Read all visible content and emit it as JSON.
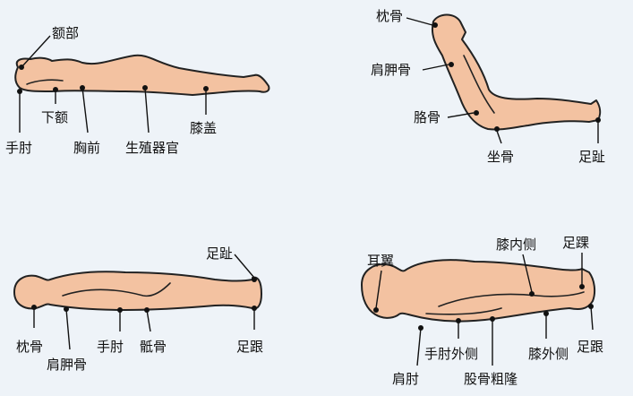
{
  "labels": {
    "prone": {
      "forehead": "额部",
      "chin": "下额",
      "elbow": "手肘",
      "chest": "胸前",
      "genitals": "生殖器官",
      "knee": "膝盖"
    },
    "fowler": {
      "occiput": "枕骨",
      "scapula": "肩胛骨",
      "elbow": "胳骨",
      "ischium": "坐骨",
      "toe": "足趾"
    },
    "supine": {
      "toe": "足趾",
      "occiput": "枕骨",
      "scapula": "肩胛骨",
      "elbow": "手肘",
      "sacrum": "骶骨",
      "heel": "足跟"
    },
    "lateral": {
      "ear": "耳翼",
      "knee_inner": "膝内侧",
      "ankle": "足踝",
      "shoulder": "肩肘",
      "elbow_outer": "手肘外侧",
      "trochanter": "股骨粗隆",
      "knee_outer": "膝外侧",
      "heel": "足跟"
    }
  },
  "colors": {
    "skin": "#f3c2a1",
    "outline": "#222222",
    "background": "#eef3f8"
  }
}
